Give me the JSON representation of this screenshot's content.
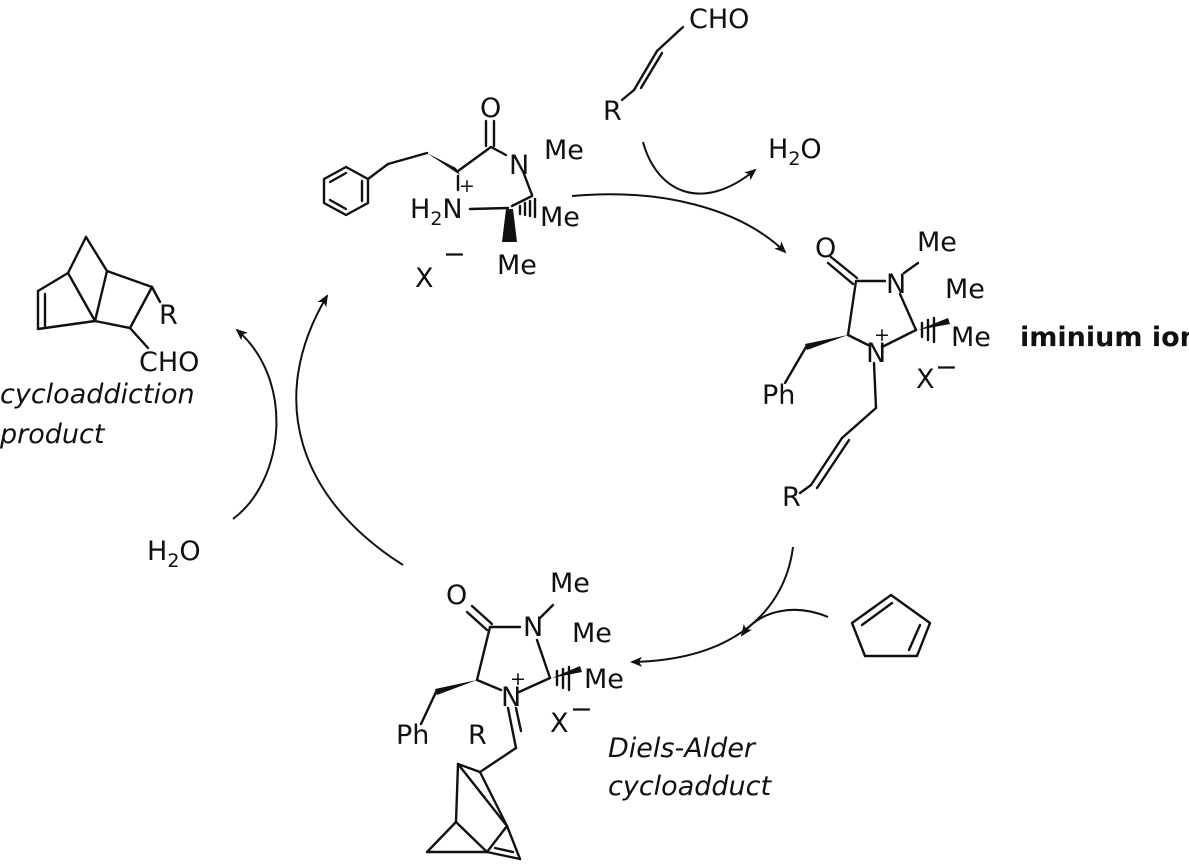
{
  "catalyst": {
    "o": "O",
    "n": "N",
    "me_n": "Me",
    "h2n": "H",
    "h2n_sub": "2",
    "n_plus": "N",
    "plus": "+",
    "me1": "Me",
    "me2": "Me",
    "x": "X",
    "minus": "−"
  },
  "enal": {
    "cho": "CHO",
    "r": "R"
  },
  "water_out": {
    "h": "H",
    "sub": "2",
    "o": "O"
  },
  "iminium": {
    "o": "O",
    "n": "N",
    "me_n": "Me",
    "me1": "Me",
    "me2": "Me",
    "n_plus": "N",
    "plus": "+",
    "x": "X",
    "minus": "−",
    "ph": "Ph",
    "r": "R",
    "label": "iminium ion"
  },
  "adduct": {
    "o": "O",
    "n": "N",
    "me_n": "Me",
    "me1": "Me",
    "me2": "Me",
    "n_plus": "N",
    "plus": "+",
    "x": "X",
    "minus": "−",
    "ph": "Ph",
    "r": "R",
    "label_line1": "Diels-Alder",
    "label_line2": "cycloadduct"
  },
  "water_in": {
    "h": "H",
    "sub": "2",
    "o": "O"
  },
  "product": {
    "r": "R",
    "cho": "CHO",
    "label_line1": "cycloaddiction",
    "label_line2": "product"
  }
}
